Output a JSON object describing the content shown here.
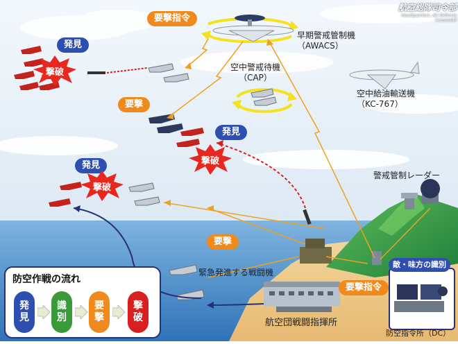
{
  "logo": {
    "title": "航空総隊司令部",
    "subtitle": "Headquarters, Air Defense Command"
  },
  "aircraft": {
    "awacs_name": "早期警戒管制機",
    "awacs_abbr": "（AWACS）",
    "cap_name": "空中警戒待機",
    "cap_abbr": "（CAP）",
    "tanker_name": "空中給油輸送機",
    "tanker_abbr": "（KC-767）",
    "scramble": "緊急発進する戦闘機"
  },
  "ground": {
    "radar": "警戒管制レーダー",
    "command_post": "航空団戦闘指揮所",
    "identify": "敵・味方の識別",
    "dc": "防空指令所（DC）"
  },
  "actions": {
    "order_awacs": "要撃指令",
    "order_ground": "要撃指令",
    "intercept_top": "要撃",
    "intercept_low": "要撃",
    "detect_1": "発見",
    "detect_2": "発見",
    "detect_3": "発見",
    "destroy_1": "撃破",
    "destroy_2": "撃破",
    "destroy_3": "撃破"
  },
  "flow": {
    "title": "防空作戦の流れ",
    "steps": [
      {
        "top": "発",
        "bottom": "見",
        "color": "#2f4fb0"
      },
      {
        "top": "識",
        "bottom": "別",
        "color": "#3a9a3a"
      },
      {
        "top": "要",
        "bottom": "撃",
        "color": "#f08a1c"
      },
      {
        "top": "撃",
        "bottom": "破",
        "color": "#d81e1e"
      }
    ]
  },
  "colors": {
    "sky_top": "#e9f2fa",
    "sea": "#3d86c6",
    "orange": "#f08a1c",
    "blue": "#2f4fb0",
    "red": "#d81e1e",
    "green": "#3a9a3a"
  }
}
